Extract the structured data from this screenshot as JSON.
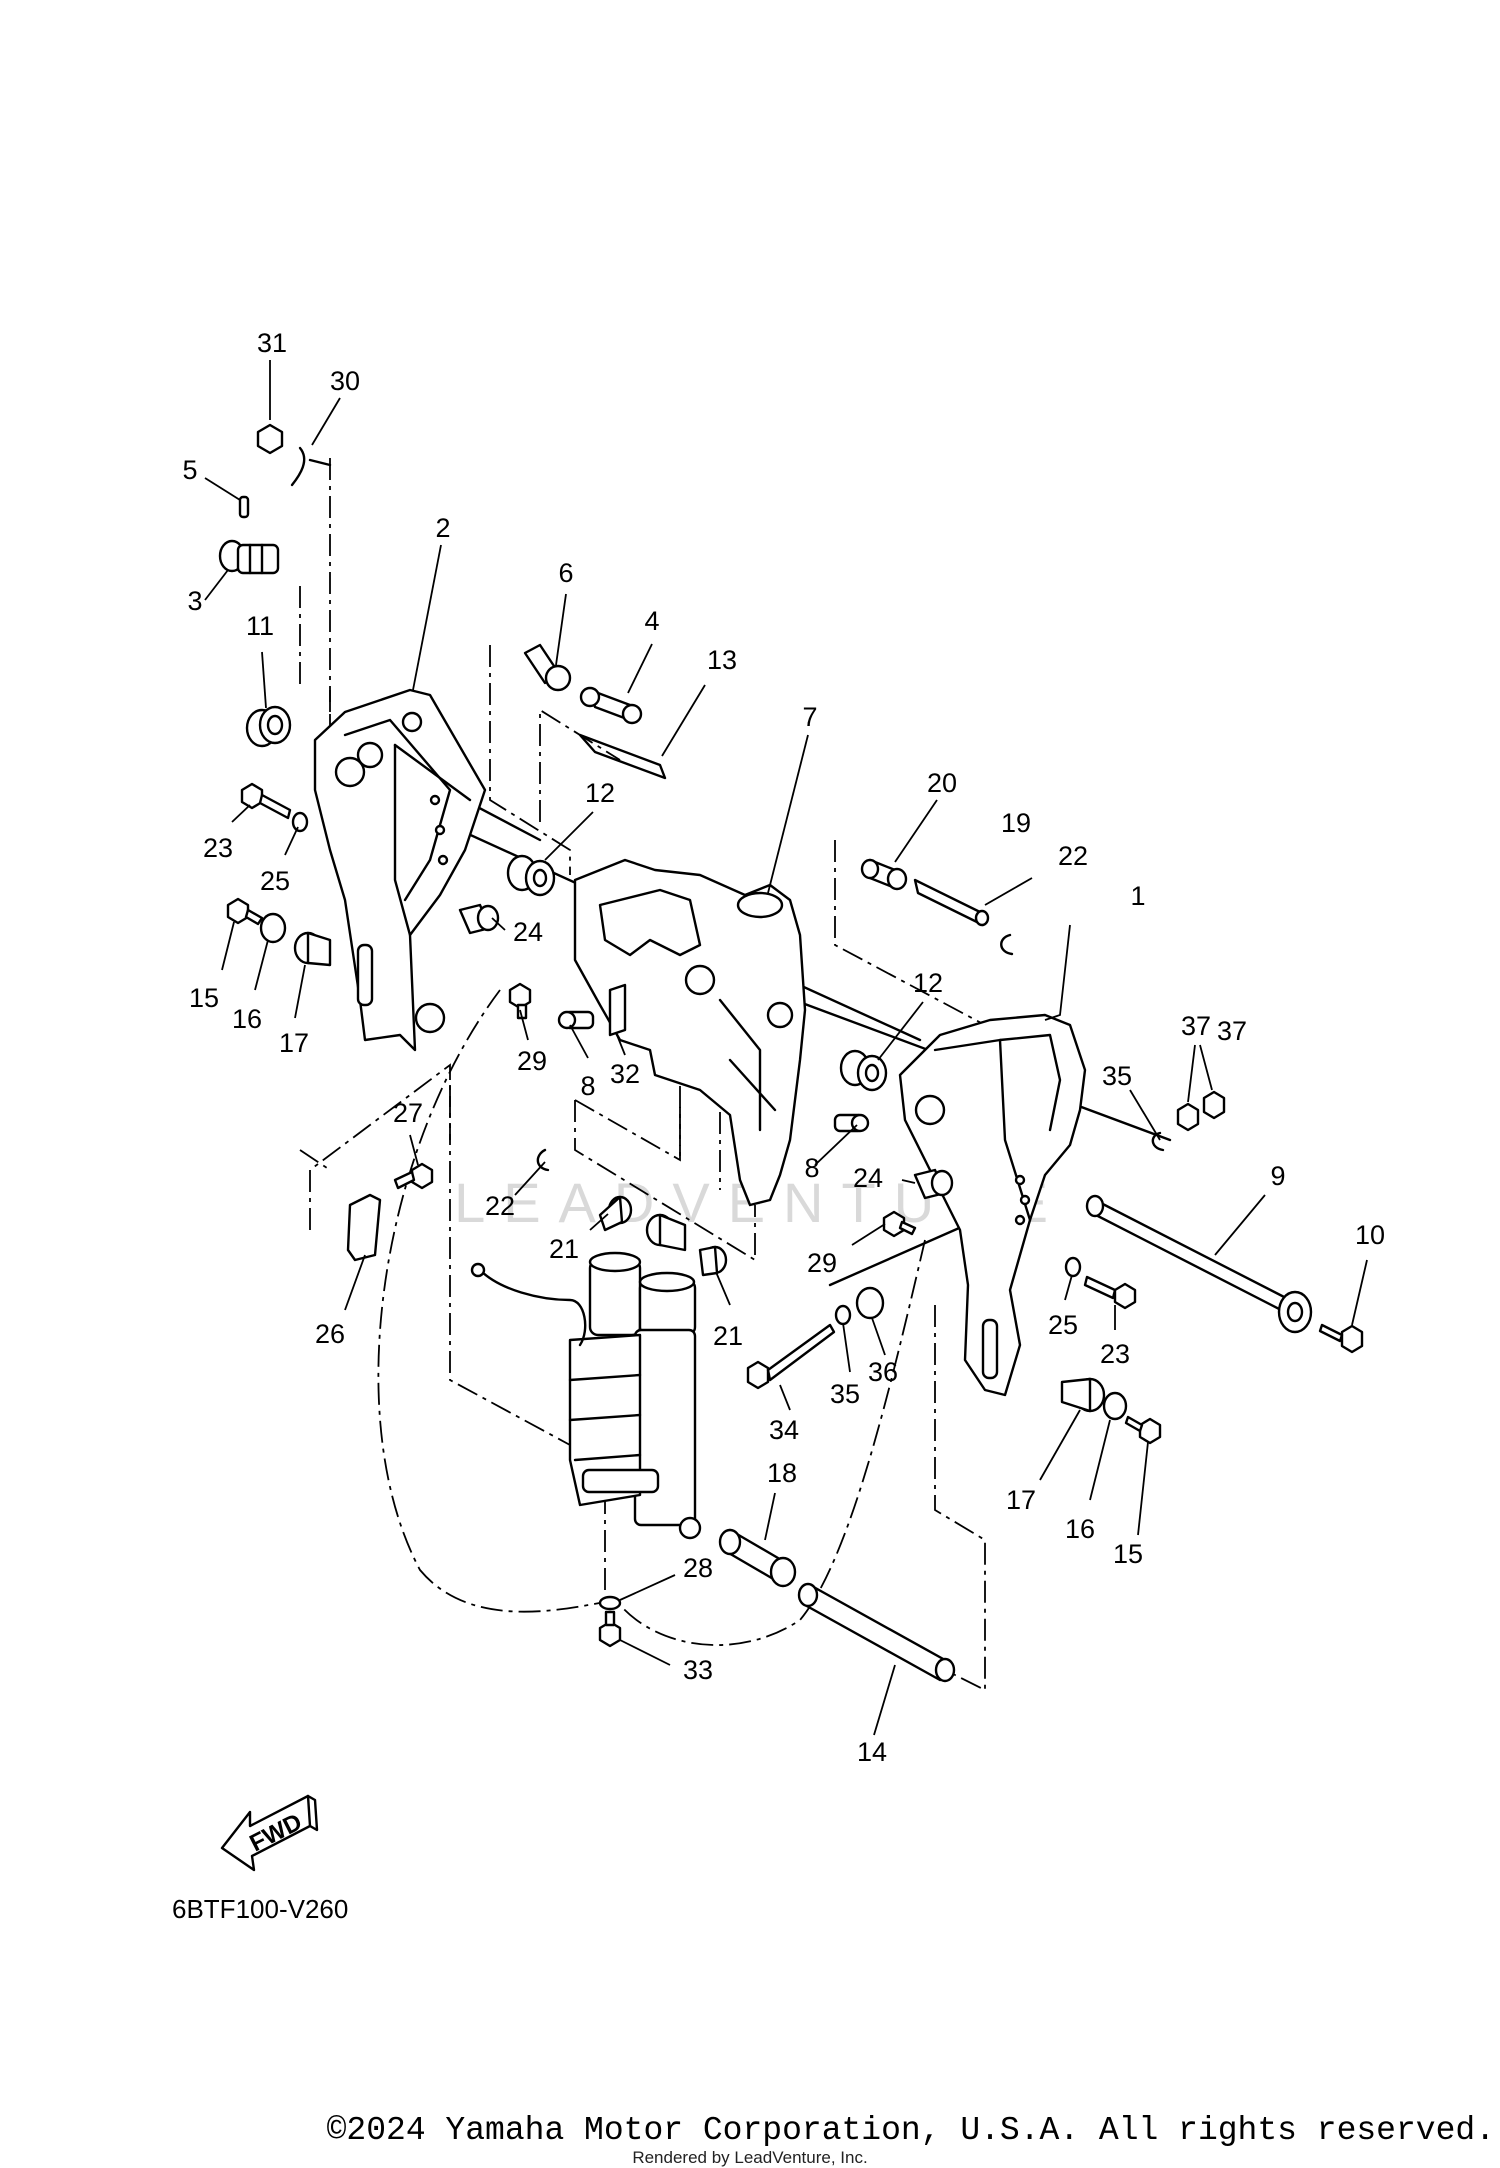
{
  "diagram": {
    "diagram_code": "6BTF100-V260",
    "direction_label": "FWD",
    "watermark": "LEADVENTURE",
    "callouts": [
      "31",
      "30",
      "5",
      "3",
      "2",
      "11",
      "6",
      "4",
      "13",
      "7",
      "12",
      "20",
      "19",
      "22",
      "1",
      "23",
      "25",
      "24",
      "15",
      "16",
      "17",
      "29",
      "8",
      "32",
      "12",
      "37",
      "37",
      "35",
      "9",
      "10",
      "27",
      "22",
      "8",
      "24",
      "29",
      "26",
      "21",
      "21",
      "25",
      "23",
      "35",
      "36",
      "34",
      "18",
      "17",
      "16",
      "15",
      "28",
      "33",
      "14"
    ]
  },
  "footer": {
    "copyright": "©2024 Yamaha Motor Corporation, U.S.A. All rights reserved.",
    "rendered_by": "Rendered by LeadVenture, Inc."
  }
}
